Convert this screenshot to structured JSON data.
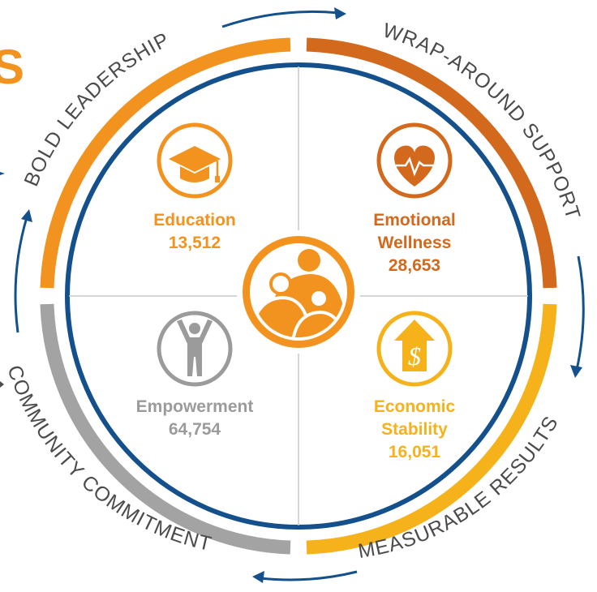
{
  "partial_heading": "S",
  "ring_labels": {
    "top_left": "BOLD LEADERSHIP",
    "top_right": "WRAP-AROUND SUPPORT",
    "bottom_right": "MEASURABLE RESULTS",
    "bottom_left": "COMMUNITY COMMITMENT"
  },
  "quadrants": {
    "education": {
      "name": "Education",
      "count": "13,512",
      "color": "#f3931f",
      "icon": "graduation-cap-icon"
    },
    "emotional": {
      "name_line1": "Emotional",
      "name_line2": "Wellness",
      "count": "28,653",
      "color": "#d2691c",
      "icon": "heart-pulse-icon"
    },
    "empowerment": {
      "name": "Empowerment",
      "count": "64,754",
      "color": "#9b9b9b",
      "icon": "person-arms-up-icon"
    },
    "economic": {
      "name_line1": "Economic",
      "name_line2": "Stability",
      "count": "16,051",
      "color": "#f5b21a",
      "icon": "house-dollar-icon"
    }
  },
  "center_icon": "family-icon",
  "colors": {
    "ring_blue": "#14508c",
    "orange": "#f3931f",
    "dark_orange": "#d2691c",
    "gold": "#f5b21a",
    "gray": "#a3a3a3"
  }
}
